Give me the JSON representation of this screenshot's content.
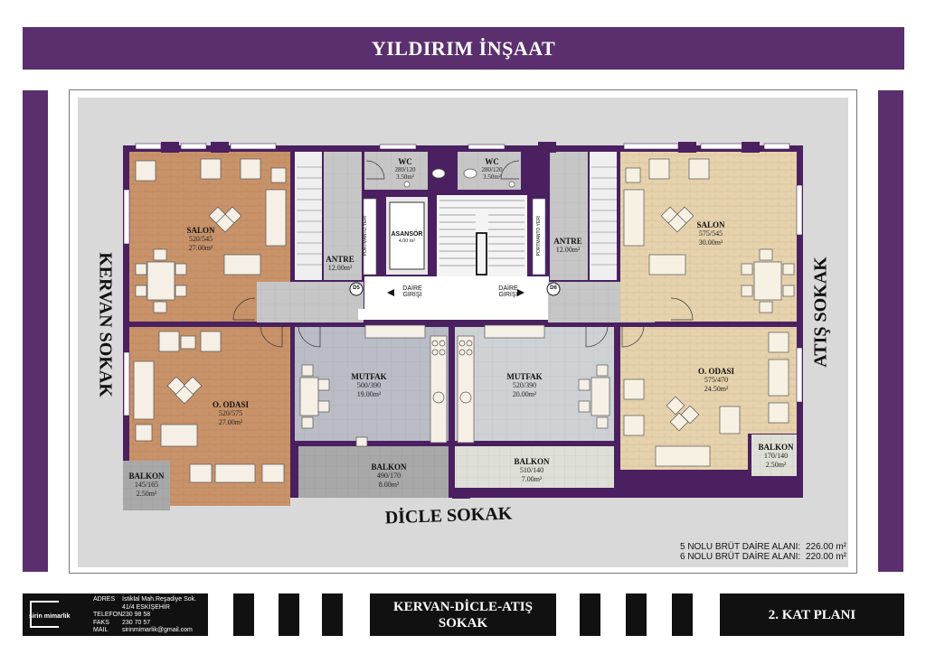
{
  "header": {
    "title": "YILDIRIM İNŞAAT"
  },
  "streets": {
    "left": "KERVAN SOKAK",
    "right": "ATIŞ SOKAK",
    "bottom": "DİCLE SOKAK"
  },
  "rooms": {
    "salon_left": {
      "name": "SALON",
      "dims": "520/545",
      "area": "27.00m²"
    },
    "salon_right": {
      "name": "SALON",
      "dims": "575/545",
      "area": "30.00m²"
    },
    "odasi_left": {
      "name": "O. ODASI",
      "dims": "520/575",
      "area": "27.00m²"
    },
    "odasi_right": {
      "name": "O. ODASI",
      "dims": "575/470",
      "area": "24.50m²"
    },
    "mutfak_left": {
      "name": "MUTFAK",
      "dims": "500/390",
      "area": "19.00m²"
    },
    "mutfak_right": {
      "name": "MUTFAK",
      "dims": "520/390",
      "area": "20.00m²"
    },
    "antre_left": {
      "name": "ANTRE",
      "area": "12.00m²"
    },
    "antre_right": {
      "name": "ANTRE",
      "area": "12.00m²"
    },
    "wc_left": {
      "name": "WC",
      "dims": "280/120",
      "area": "3.50m²"
    },
    "wc_right": {
      "name": "WC",
      "dims": "280/120",
      "area": "3.50m²"
    },
    "asansor": {
      "name": "ASANSÖR",
      "area": "4.00 m²"
    },
    "balkon_far_left": {
      "name": "BALKON",
      "dims": "145/165",
      "area": "2.50m²"
    },
    "balkon_mid_left": {
      "name": "BALKON",
      "dims": "490/170",
      "area": "8.00m²"
    },
    "balkon_mid_right": {
      "name": "BALKON",
      "dims": "510/140",
      "area": "7.00m²"
    },
    "balkon_far_right": {
      "name": "BALKON",
      "dims": "170/140",
      "area": "2.50m²"
    }
  },
  "labels": {
    "portmanto": "PORTMANTO YERİ",
    "daire_girisi_line1": "DAİRE",
    "daire_girisi_line2": "GİRİŞİ",
    "door_5": "D5",
    "door_6": "D6"
  },
  "areas": [
    {
      "label": "5 NOLU BRÜT DAİRE  ALANI:",
      "value": "226.00 m²"
    },
    {
      "label": "6 NOLU BRÜT DAİRE  ALANI:",
      "value": "220.00 m²"
    }
  ],
  "footer": {
    "brand": "şirin mimarlık",
    "address_label": "ADRES",
    "address_line1": "İstiklal Mah.Reşadiye Sok.",
    "address_line2": "41/4 ESKİŞEHİR",
    "phone_label": "TELEFON",
    "phone": "230 98 58",
    "fax_label": "FAKS",
    "fax": "230 70 57",
    "mail_label": "MAIL",
    "mail": "sirinmimarlik@gmail.com",
    "center_line1": "KERVAN-DİCLE-ATIŞ",
    "center_line2": "SOKAK",
    "plan_title": "2. KAT PLANI"
  },
  "colors": {
    "accent": "#5b2f6e",
    "wall": "#4a2060",
    "wood_left": "#c9936a",
    "wood_right": "#e6d2ad",
    "tile": "#c8c8c8",
    "kitchen_left": "#b9bcc4",
    "kitchen_right": "#cdd1d3",
    "balcony": "#a9a9a9",
    "background": "#d9d9d9"
  }
}
